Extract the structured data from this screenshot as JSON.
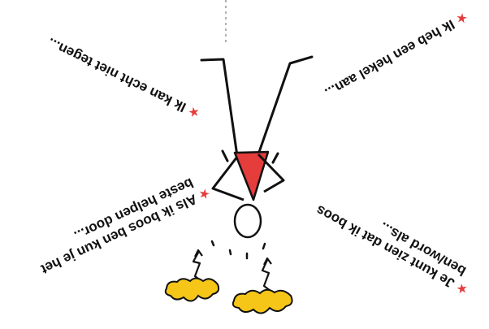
{
  "labels": {
    "top_left": "Ik kan echt niet tegen...",
    "top_right": "Ik heb een hekel aan...",
    "bottom_left_line1": "Als ik boos ben kun je het",
    "bottom_left_line2": "beste helpen door...",
    "bottom_right_line1": "Je kunt zien dat ik boos",
    "bottom_right_line2": "ben/word als..."
  },
  "star_glyph": "★",
  "colors": {
    "accent_red": "#e53c3c",
    "flame_yellow": "#f5c518",
    "ink": "#111111"
  }
}
